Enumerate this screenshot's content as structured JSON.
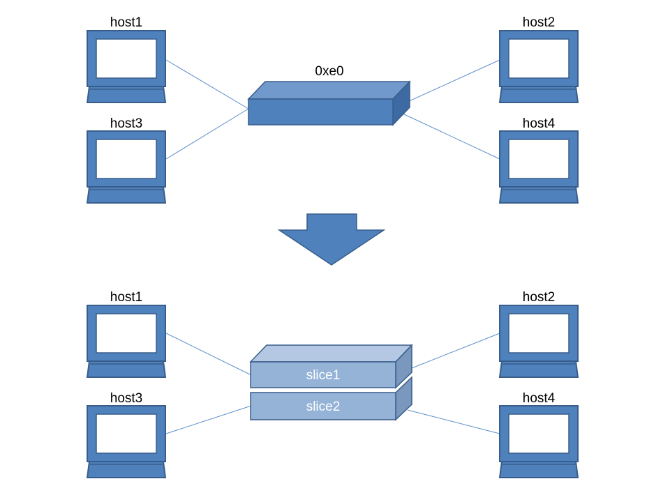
{
  "top": {
    "switch_label": "0xe0",
    "hosts": {
      "host1": "host1",
      "host2": "host2",
      "host3": "host3",
      "host4": "host4"
    }
  },
  "bottom": {
    "slice1_label": "slice1",
    "slice2_label": "slice2",
    "hosts": {
      "host1": "host1",
      "host2": "host2",
      "host3": "host3",
      "host4": "host4"
    }
  },
  "colors": {
    "host_fill": "#4F81BD",
    "host_stroke": "#385D8A",
    "switch_front": "#4F81BD",
    "switch_top": "#7299CC",
    "switch_side": "#3E6AA3",
    "slice_front": "#95B3D7",
    "slice_top": "#B4C8E4",
    "slice_side": "#7A97BD",
    "link": "#5B8FCB"
  }
}
